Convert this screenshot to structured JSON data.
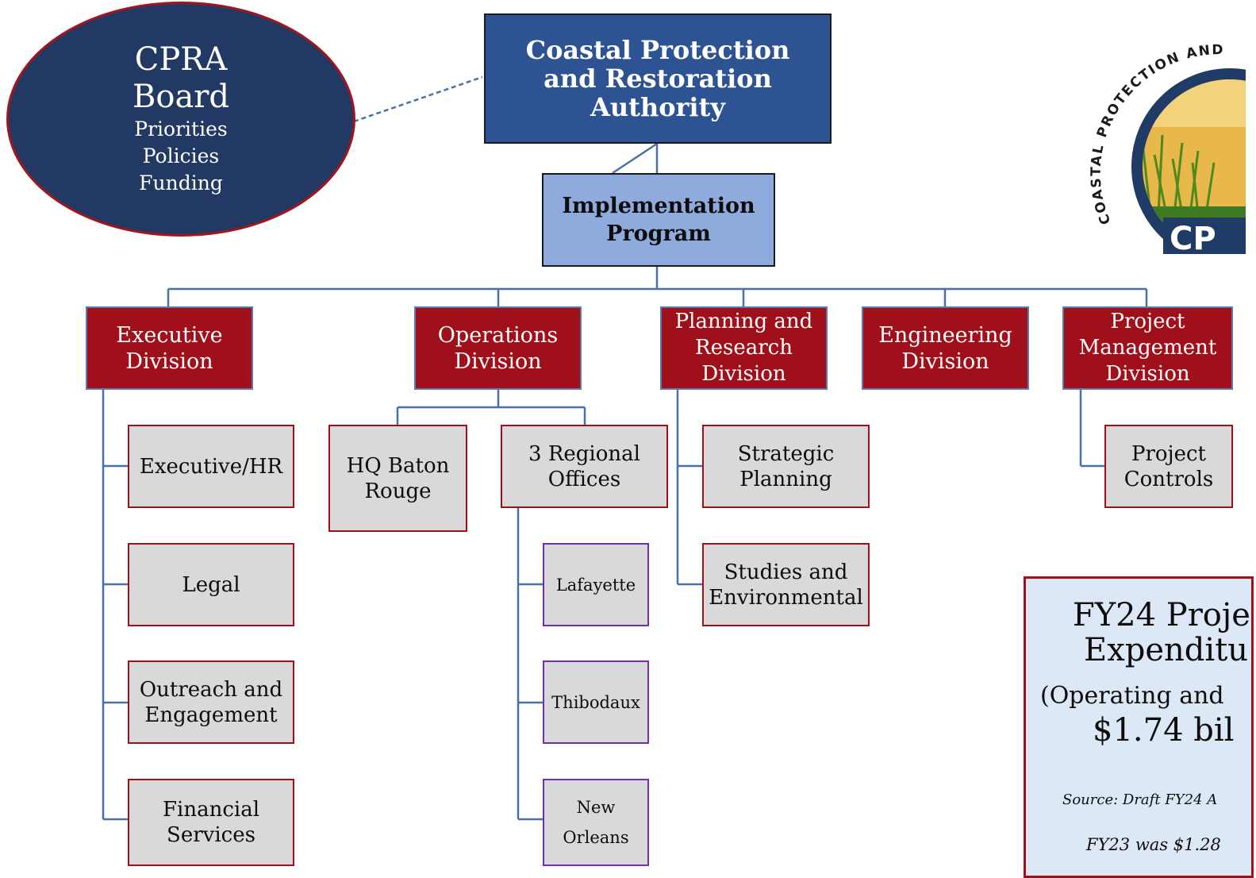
{
  "board": {
    "title_line1": "CPRA",
    "title_line2": "Board",
    "items": [
      "Priorities",
      "Policies",
      "Funding"
    ]
  },
  "authority": {
    "label": "Coastal Protection and Restoration Authority"
  },
  "program": {
    "label": "Implementation Program"
  },
  "divisions": {
    "executive": {
      "label": "Executive Division"
    },
    "operations": {
      "label": "Operations Division"
    },
    "planning": {
      "label": "Planning and Research Division"
    },
    "engineering": {
      "label": "Engineering Division"
    },
    "project_management": {
      "label": "Project Management Division"
    }
  },
  "executive_units": [
    "Executive/HR",
    "Legal",
    "Outreach and Engagement",
    "Financial Services"
  ],
  "operations_units": {
    "hq": "HQ Baton Rouge",
    "regional": "3 Regional Offices",
    "offices": [
      "Lafayette",
      "Thibodaux",
      "New Orleans"
    ]
  },
  "planning_units": [
    "Strategic Planning",
    "Studies and Environmental"
  ],
  "project_management_units": [
    "Project Controls"
  ],
  "logo": {
    "arc_text": "COASTAL PROTECTION AND",
    "badge_text": "CP"
  },
  "budget": {
    "title_line1": "FY24 Proje",
    "title_line2": "Expenditu",
    "subtitle": "(Operating and",
    "amount": "$1.74 bil",
    "source": "Source:  Draft FY24 A",
    "prior": "FY23 was $1.28"
  },
  "colors": {
    "connector": "#4a6fad",
    "board_fill": "#223a63",
    "authority_fill": "#2e5393",
    "program_fill": "#8faadc",
    "division_fill": "#a0101a",
    "unit_fill": "#d9d9d9",
    "office_border": "#7030a0",
    "budget_fill": "#dde8f6"
  }
}
